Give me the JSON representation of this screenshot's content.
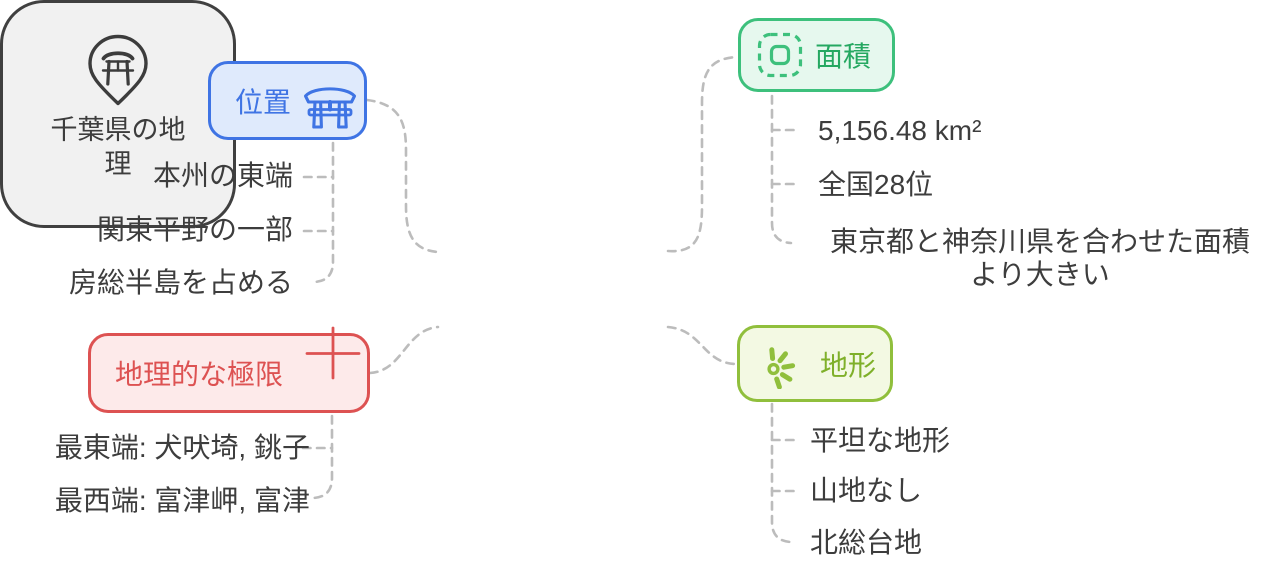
{
  "central": {
    "label": "千葉県の地理",
    "icon": "torii-map-pin-icon"
  },
  "branches": [
    {
      "label": "位置",
      "icon": "torii-gate-icon",
      "items": [
        "本州の東端",
        "関東平野の一部",
        "房総半島を占める"
      ]
    },
    {
      "label": "地理的な極限",
      "icon": "cross-icon",
      "items": [
        "最東端: 犬吠埼, 銚子",
        "最西端: 富津岬, 富津"
      ]
    },
    {
      "label": "面積",
      "icon": "area-scan-icon",
      "items": [
        "5,156.48 km²",
        "全国28位",
        "東京都と神奈川県を合わせた面積より大きい"
      ]
    },
    {
      "label": "地形",
      "icon": "rays-icon",
      "items": [
        "平坦な地形",
        "山地なし",
        "北総台地"
      ]
    }
  ],
  "colors": {
    "blue-main": "#3f74e4",
    "blue-bg": "#dfeafc",
    "red-main": "#dd5252",
    "red-bg": "#fdeaea",
    "green-main": "#3dc07c",
    "green-text": "#25a861",
    "green-bg": "#e6f8ee",
    "lime-main": "#90bf3c",
    "lime-text": "#7fb02a",
    "lime-bg": "#f3f9e3",
    "ink": "#3d3d3d",
    "central-border": "#404040",
    "central-bg": "#f1f1f1",
    "connector": "#bcbcbc"
  }
}
